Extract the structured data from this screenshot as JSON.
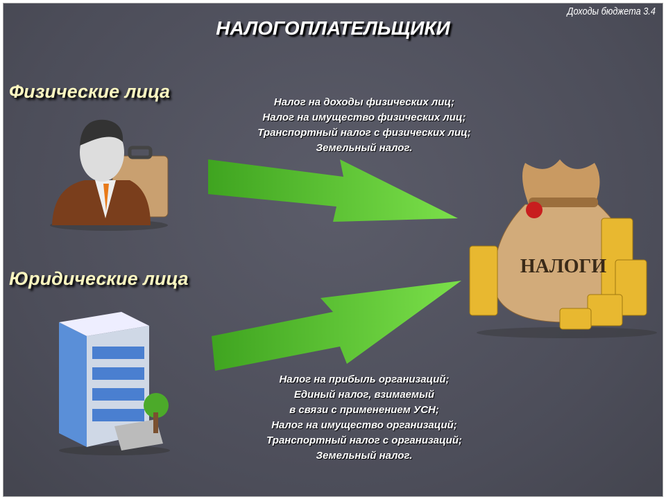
{
  "slide": {
    "page_ref": "Доходы бюджета 3.4",
    "title": "НАЛОГОПЛАТЕЛЬЩИКИ"
  },
  "individuals": {
    "label": "Физические лица",
    "taxes": [
      "Налог на доходы физических лиц;",
      "Налог на имущество физических лиц;",
      "Транспортный налог с физических лиц;",
      "Земельный налог."
    ]
  },
  "legal_entities": {
    "label": "Юридические лица",
    "taxes": [
      "Налог на прибыль организаций;",
      "Единый налог, взимаемый",
      "в связи с применением УСН;",
      "Налог на имущество организаций;",
      "Транспортный налог с организаций;",
      "Земельный налог."
    ]
  },
  "money_bag": {
    "label": "НАЛОГИ"
  },
  "colors": {
    "arrow": "#5ecb2e",
    "label": "#fbf6c0",
    "background": "#4e4f5c"
  }
}
